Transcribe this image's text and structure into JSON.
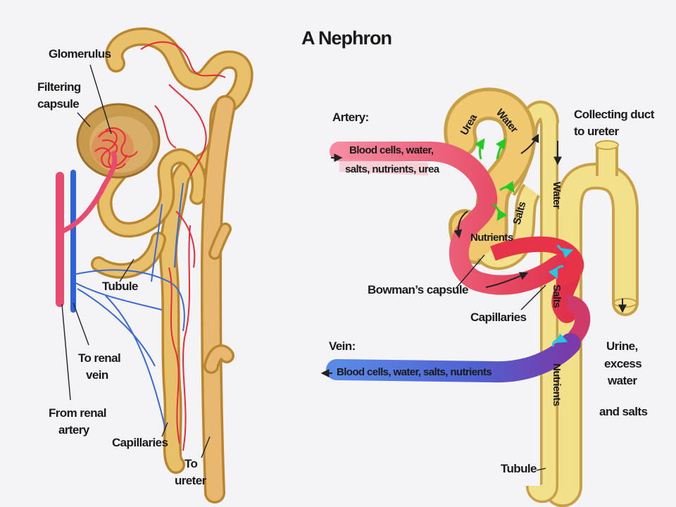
{
  "title": "A Nephron",
  "left_diagram": {
    "labels": {
      "glomerulus": "Glomerulus",
      "filtering_1": "Filtering",
      "filtering_2": "capsule",
      "tubule": "Tubule",
      "to_renal_1": "To renal",
      "to_renal_2": "vein",
      "from_renal_1": "From renal",
      "from_renal_2": "artery",
      "capillaries": "Capillaries",
      "to_ureter_1": "To",
      "to_ureter_2": "ureter"
    }
  },
  "right_diagram": {
    "artery_label": "Artery:",
    "artery_text_1": "Blood cells, water,",
    "artery_text_2": "salts, nutrients, urea",
    "vein_label": "Vein:",
    "vein_text": "Blood cells, water, salts, nutrients",
    "urea": "Urea",
    "water_top": "Water",
    "salts_mid": "Salts",
    "nutrients_loop": "Nutrients",
    "water_duct": "Water",
    "salts_duct": "Salts",
    "nutrients_duct": "Nutrients",
    "bowmans": "Bowman’s capsule",
    "capillaries": "Capillaries",
    "collecting_1": "Collecting duct",
    "collecting_2": "to ureter",
    "urine_1": "Urine,",
    "urine_2": "excess",
    "urine_3": "water",
    "urine_4": "and salts",
    "tubule": "Tubule"
  },
  "colors": {
    "tubule": "#e8c06a",
    "tubule_dark": "#b98530",
    "artery": "#e63348",
    "vein": "#4056c8",
    "vein_purple": "#6a3aa8",
    "arrow_green": "#22cc22",
    "arrow_cyan": "#22c8e8",
    "duct_yellow": "#f3e08a"
  }
}
